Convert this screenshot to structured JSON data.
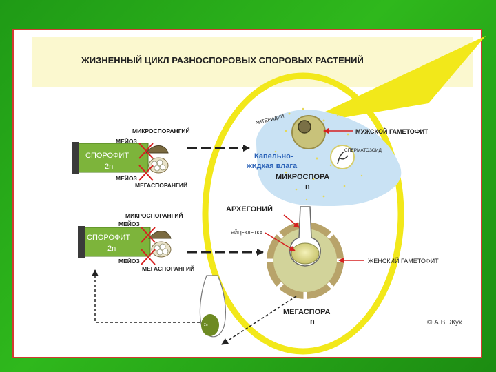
{
  "title": "ЖИЗНЕННЫЙ ЦИКЛ РАЗНОСПОРОВЫХ СПОРОВЫХ РАСТЕНИЙ",
  "sporophyte": {
    "label": "СПОРОФИТ",
    "ploidy": "2n"
  },
  "labels": {
    "microsporangium": "МИКРОСПОРАНГИЙ",
    "megasporangium": "МЕГАСПОРАНГИЙ",
    "meiosis": "МЕЙОЗ",
    "antheridium": "АНТЕРИДИЙ",
    "male_gametophyte": "МУЖСКОЙ ГАМЕТОФИТ",
    "spermatozoid": "СПЕРМАТОЗОИД",
    "liquid_water_line1": "Капельно-",
    "liquid_water_line2": "жидкая влага",
    "microspore": "МИКРОСПОРА",
    "microspore_ploidy": "n",
    "archegonium": "АРХЕГОНИЙ",
    "egg_cell": "ЯЙЦЕКЛЕТКА",
    "female_gametophyte": "ЖЕНСКИЙ ГАМЕТОФИТ",
    "megaspore": "МЕГАСПОРА",
    "megaspore_ploidy": "n",
    "zygote_ploidy": "2n"
  },
  "copyright": "© А.В. Жук",
  "colors": {
    "highlight_ring": "#f2e81a",
    "water": "#c9e2f4",
    "sporophyte_box": "#7db43b",
    "arrow": "#d62020",
    "gametophyte_band": "#b8a36a"
  }
}
